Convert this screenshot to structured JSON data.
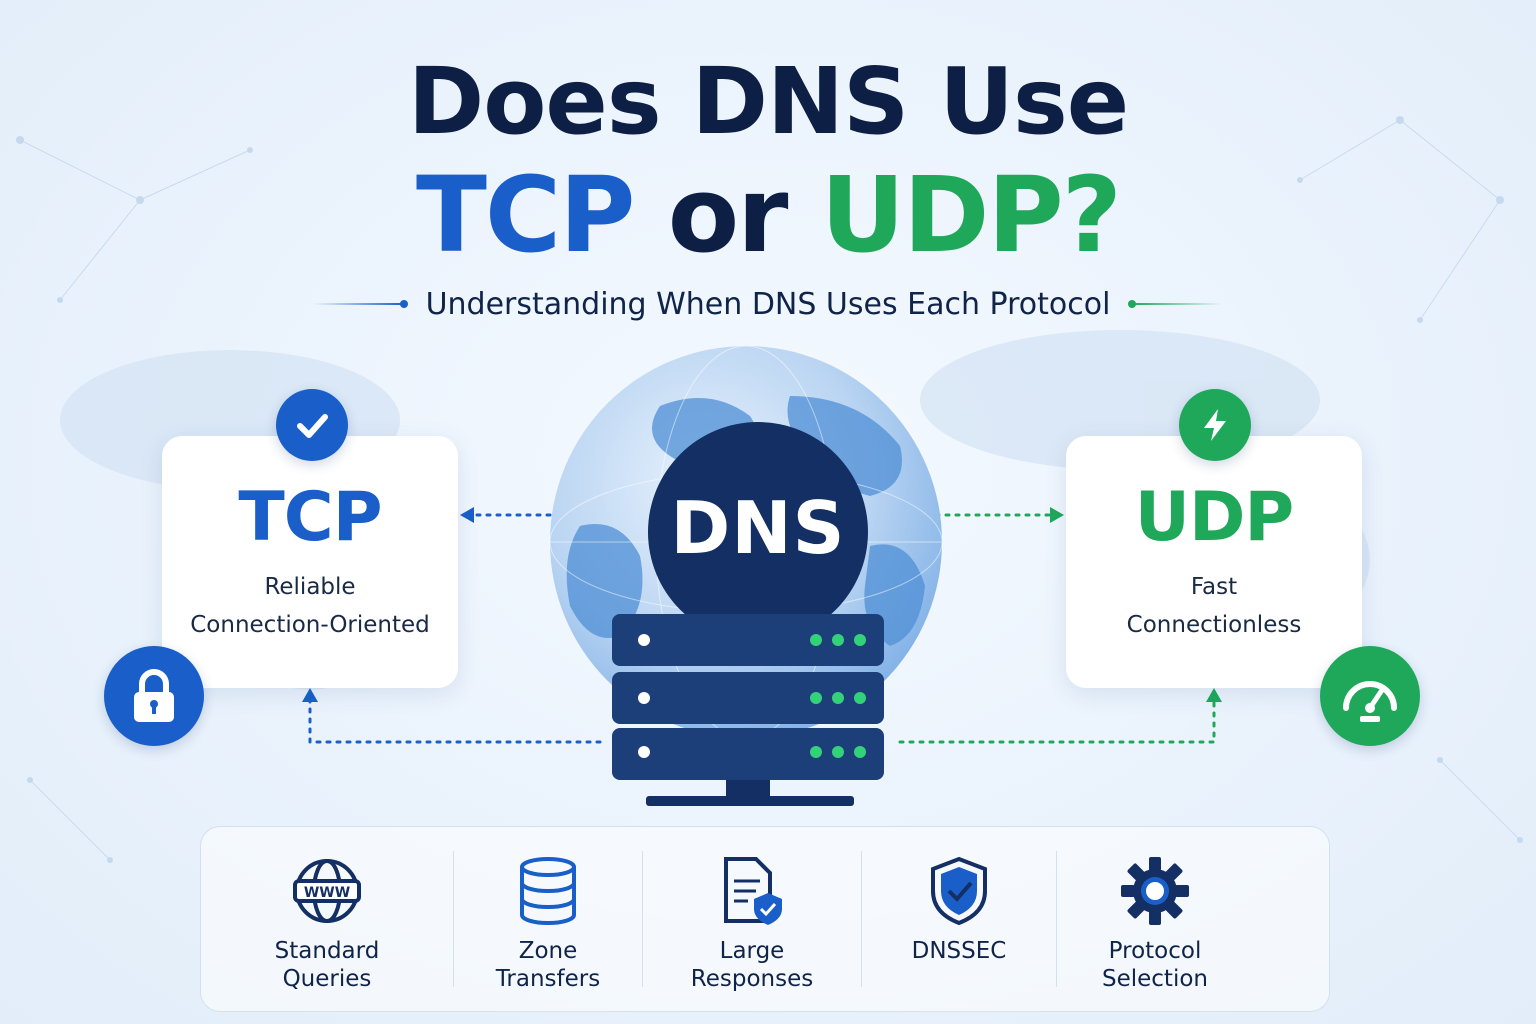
{
  "title": {
    "line1": "Does DNS Use",
    "tcp": "TCP",
    "or": "or",
    "udp": "UDP?"
  },
  "subtitle": "Understanding When DNS Uses Each Protocol",
  "center": {
    "label": "DNS"
  },
  "tcp_card": {
    "name": "TCP",
    "line1": "Reliable",
    "line2": "Connection-Oriented"
  },
  "udp_card": {
    "name": "UDP",
    "line1": "Fast",
    "line2": "Connectionless"
  },
  "features": [
    {
      "label": "Standard\nQueries",
      "icon": "www-globe-icon"
    },
    {
      "label": "Zone\nTransfers",
      "icon": "database-icon"
    },
    {
      "label": "Large\nResponses",
      "icon": "document-shield-icon"
    },
    {
      "label": "DNSSEC",
      "icon": "shield-check-icon"
    },
    {
      "label": "Protocol\nSelection",
      "icon": "gear-icon"
    }
  ],
  "colors": {
    "navy": "#0d1f44",
    "tcp_blue": "#1a5fc9",
    "udp_green": "#1fa85a",
    "server": "#1c3f7a"
  }
}
